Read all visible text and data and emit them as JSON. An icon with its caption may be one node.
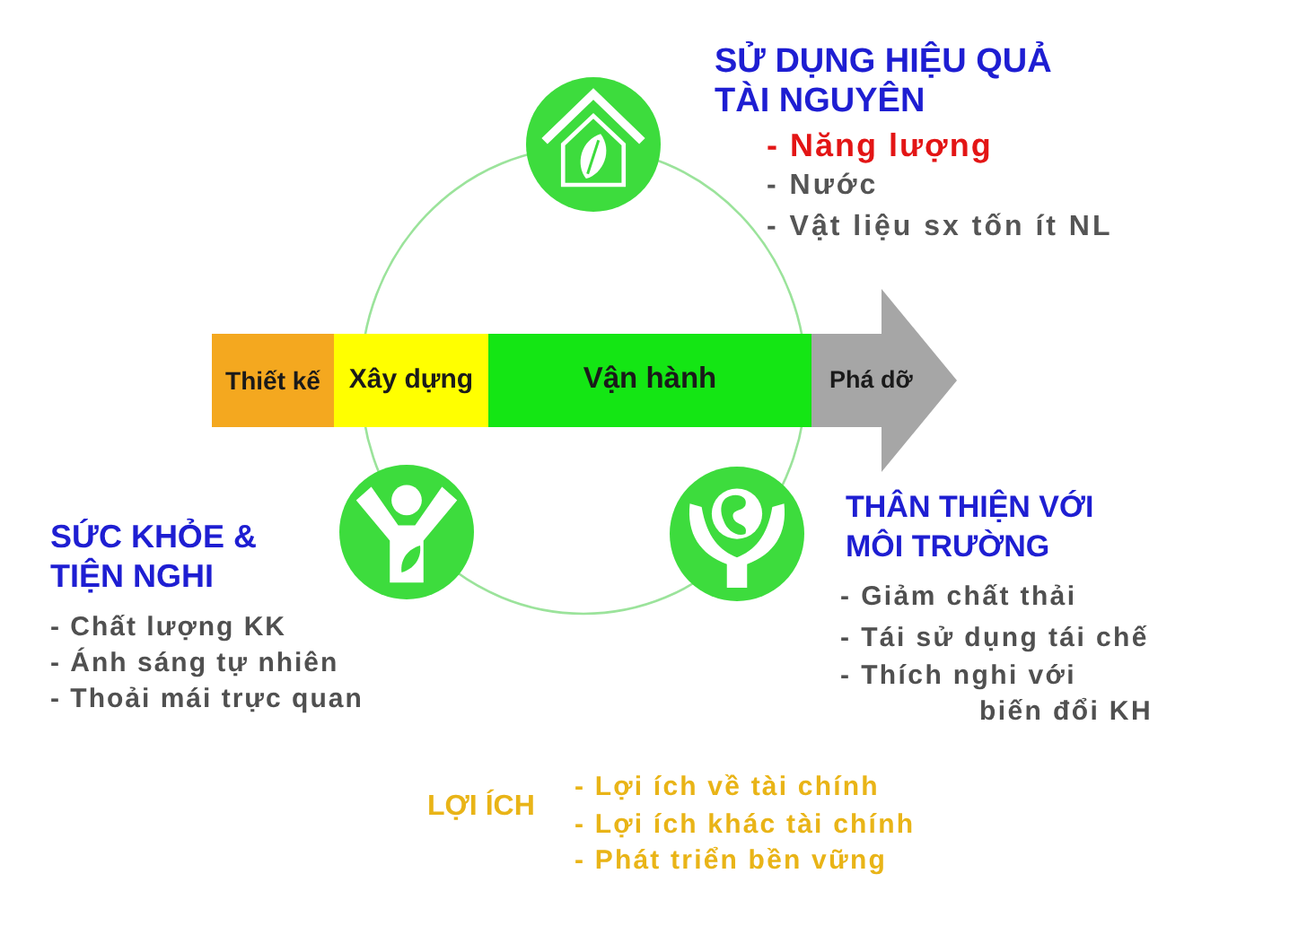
{
  "diagram": {
    "nodes": [
      {
        "text": [],
        "shape": "picture",
        "beside": [
          "SỬ DỤNG HIỆU QUẢ TÀI NGUYÊN",
          "- Năng lượng",
          "- Nước",
          "- Vật liệu sx tốn ít NL"
        ]
      },
      {
        "text": [
          "Thiết kế"
        ]
      },
      {
        "text": [
          "Xây dựng"
        ]
      },
      {
        "text": [
          "Vận hành"
        ]
      },
      {
        "text": [
          "Phá dỡ"
        ]
      },
      {
        "text": [],
        "shape": "picture",
        "beside": [
          "SỨC KHỎE & TIỆN NGHI",
          "- Chất lượng KK",
          "- Ánh sáng tự nhiên",
          "- Thoải mái trực quan"
        ]
      },
      {
        "text": [],
        "shape": "picture",
        "beside": [
          "THÂN THIỆN VỚI MÔI TRƯỜNG",
          "- Giảm chất thải",
          "- Tái sử dụng tái chế",
          "- Thích nghi với biến đổi KH"
        ]
      }
    ],
    "labels": [
      "LỢI ÍCH",
      "- Lợi ích về tài chính",
      "- Lợi ích khác tài chính",
      "- Phát triển bền vững"
    ]
  }
}
